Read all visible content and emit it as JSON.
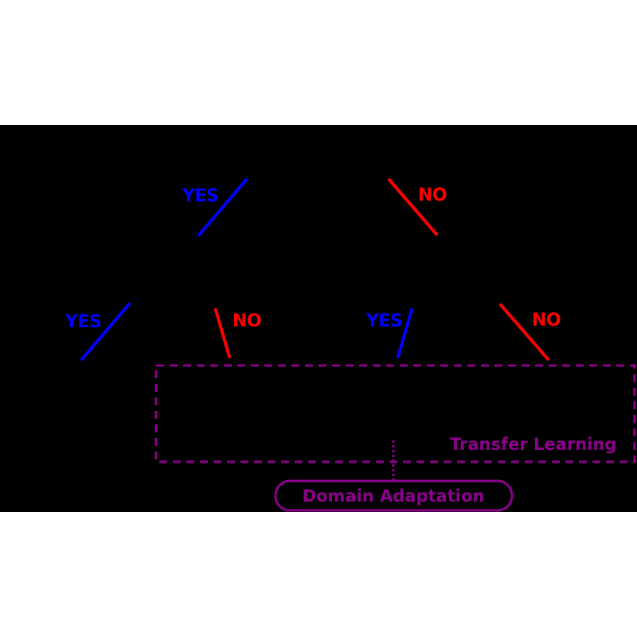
{
  "diagram": {
    "labels": {
      "yes": "YES",
      "no": "NO",
      "transfer_learning": "Transfer Learning",
      "domain_adaptation": "Domain Adaptation"
    },
    "colors": {
      "background_band": "#000000",
      "yes": "#0000ff",
      "no": "#ff0000",
      "accent": "#8b008b",
      "page": "#ffffff"
    }
  }
}
